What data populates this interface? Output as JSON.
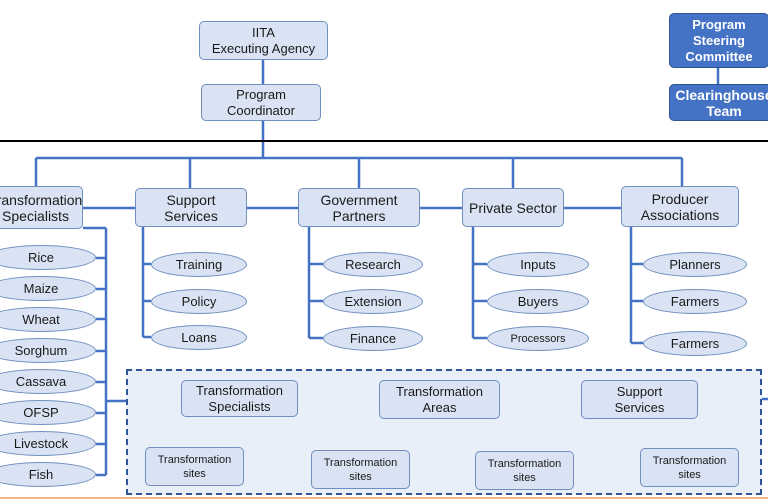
{
  "top": {
    "executing_agency": "IITA\nExecuting Agency",
    "coordinator": "Program\nCoordinator",
    "steering_committee": "Program\nSteering\nCommittee",
    "clearinghouse": "Clearinghouse\nTeam"
  },
  "groups": {
    "transformation_specialists": "Transformation\nSpecialists",
    "support_services": "Support\nServices",
    "government_partners": "Government\nPartners",
    "private_sector": "Private Sector",
    "producer_associations": "Producer\nAssociations"
  },
  "commodities": [
    "Rice",
    "Maize",
    "Wheat",
    "Sorghum",
    "Cassava",
    "OFSP",
    "Livestock",
    "Fish"
  ],
  "support_items": [
    "Training",
    "Policy",
    "Loans"
  ],
  "government_items": [
    "Research",
    "Extension",
    "Finance"
  ],
  "private_items": [
    "Inputs",
    "Buyers",
    "Processors"
  ],
  "producer_items": [
    "Planners",
    "Farmers",
    "Farmers"
  ],
  "areas": {
    "specialists": "Transformation\nSpecialists",
    "areas": "Transformation\nAreas",
    "support": "Support\nServices",
    "sites": [
      "Transformation\nsites",
      "Transformation\nsites",
      "Transformation\nsites",
      "Transformation\nsites"
    ]
  },
  "colors": {
    "line": "#4472c4",
    "box_fill": "#dae3f3",
    "dark_box": "#4472c4",
    "accent_rule": "#f4b183"
  }
}
